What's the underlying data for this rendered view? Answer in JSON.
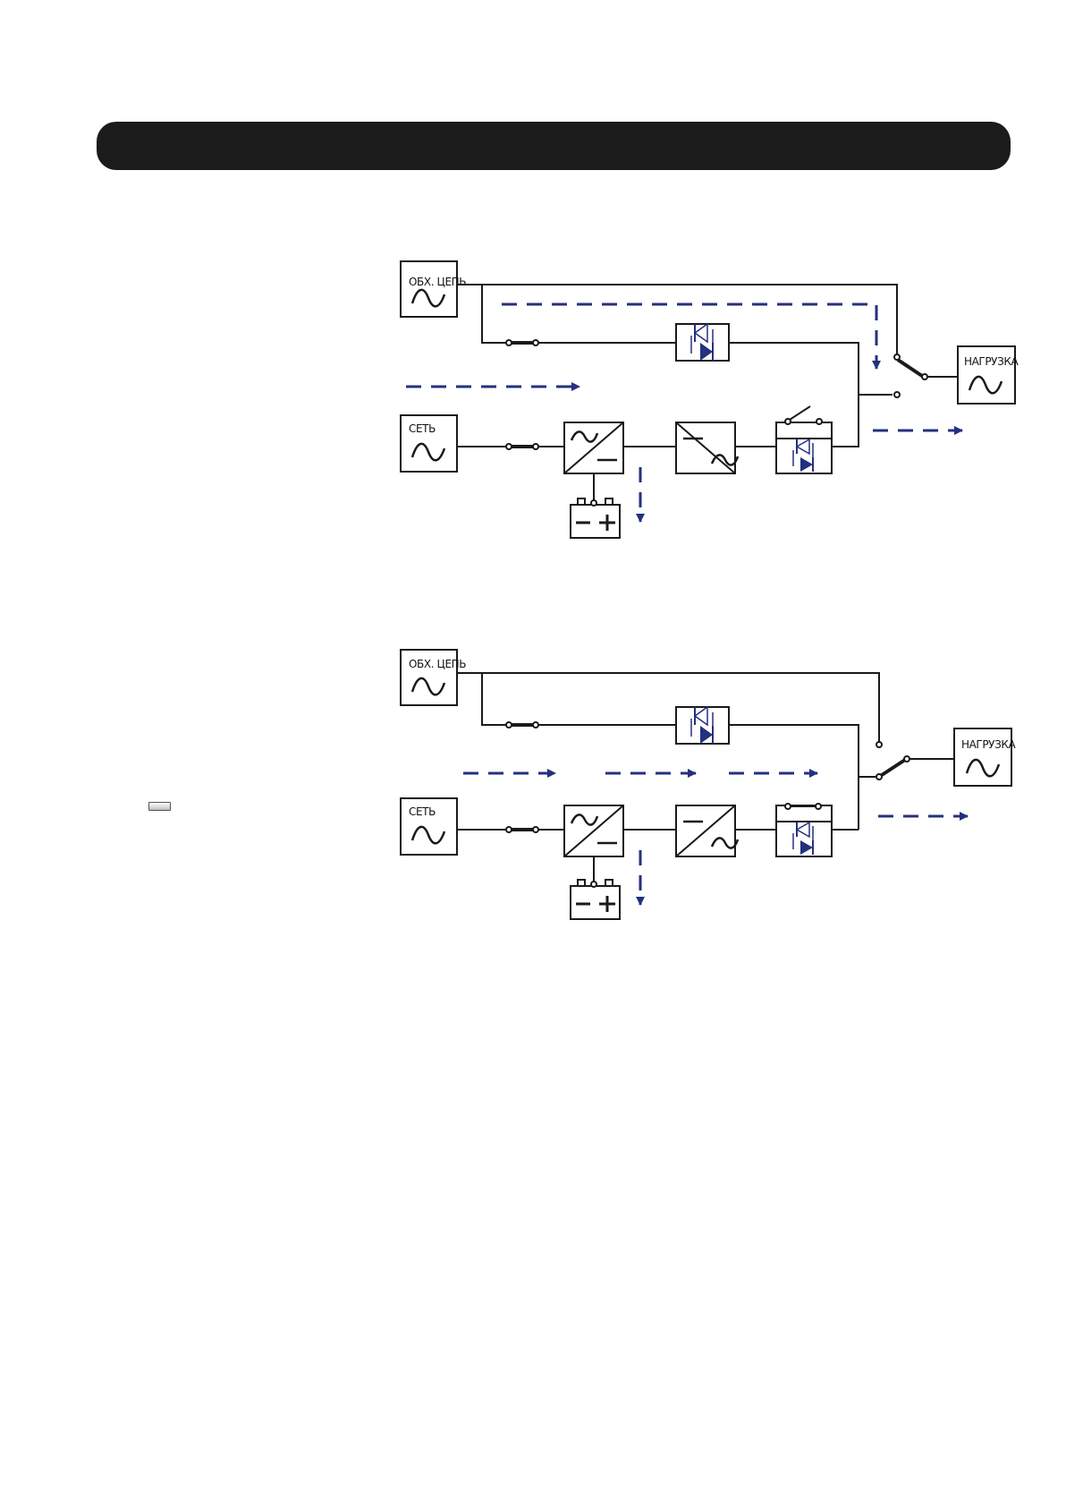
{
  "labels": {
    "bypass": "ОБХ. ЦЕПЬ",
    "mains": "СЕТЬ",
    "load": "НАГРУЗКА"
  },
  "colors": {
    "line": "#1a1a1a",
    "flow": "#25307f",
    "header": "#1b1b1b"
  },
  "icons": {
    "sine": "sine-wave-icon",
    "rectifier": "rectifier-icon",
    "inverter": "inverter-icon",
    "battery": "battery-icon",
    "static-switch": "static-switch-icon",
    "breaker": "breaker-icon"
  }
}
